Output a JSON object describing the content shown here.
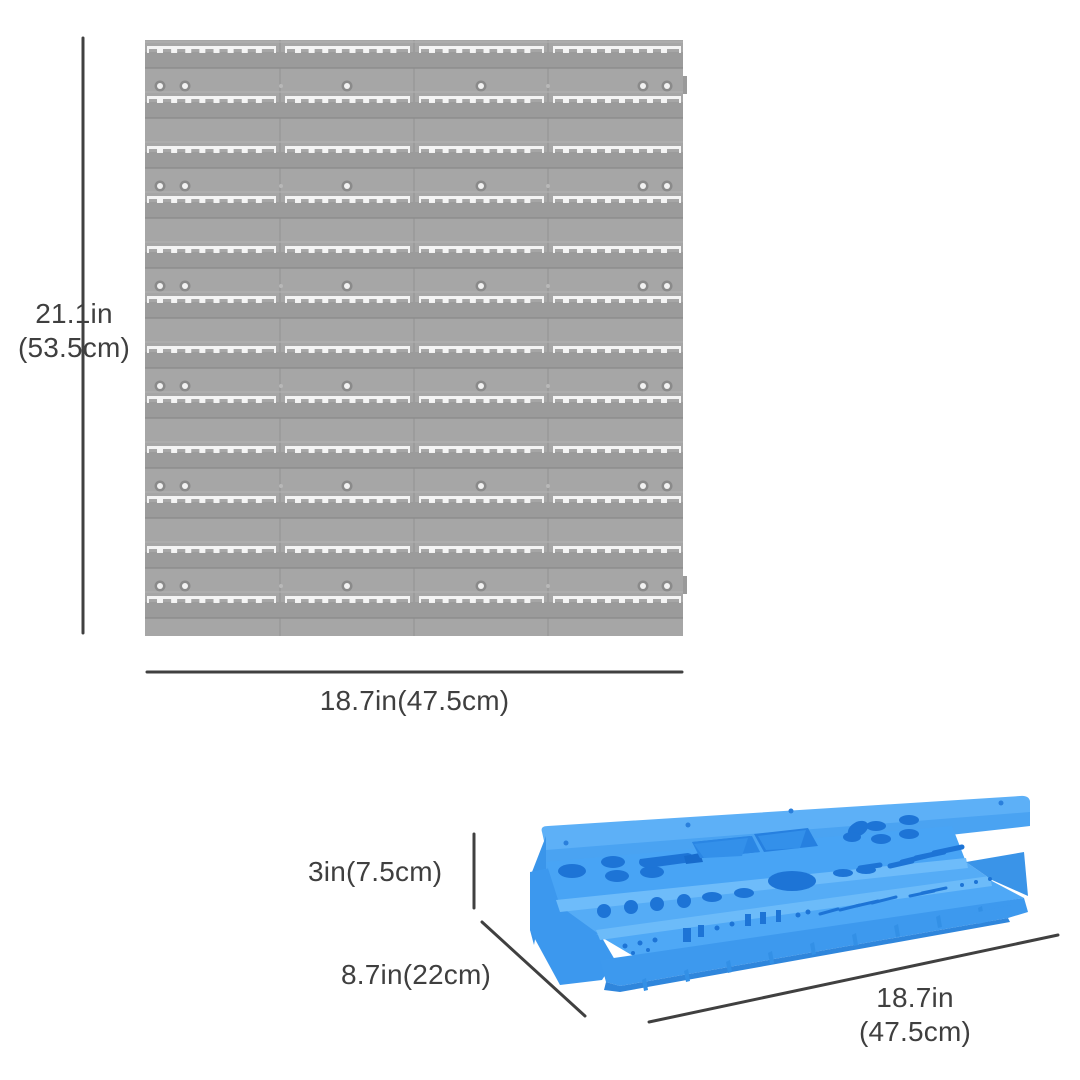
{
  "colors": {
    "panel_fill": "#a3a3a3",
    "panel_rail": "#8e8e8e",
    "panel_slot": "#f4f4f4",
    "dimension_line": "#404040",
    "tray_blue": "#3f9cef",
    "tray_blue_light": "#63b2f6",
    "tray_blue_dark": "#1a6fd0",
    "label_text": "#3f3f3f"
  },
  "wall_panel": {
    "description": "grey slotted wall panel",
    "height_label": {
      "line1": "21.1in",
      "line2": "(53.5cm)"
    },
    "width_label": "18.7in(47.5cm)",
    "rail_rows": 12,
    "hole_rows": 6,
    "sections_per_row": 4
  },
  "tool_tray": {
    "description": "blue tool holder rack",
    "height_label": "3in(7.5cm)",
    "depth_label": "8.7in(22cm)",
    "width_label": {
      "line1": "18.7in",
      "line2": "(47.5cm)"
    }
  }
}
